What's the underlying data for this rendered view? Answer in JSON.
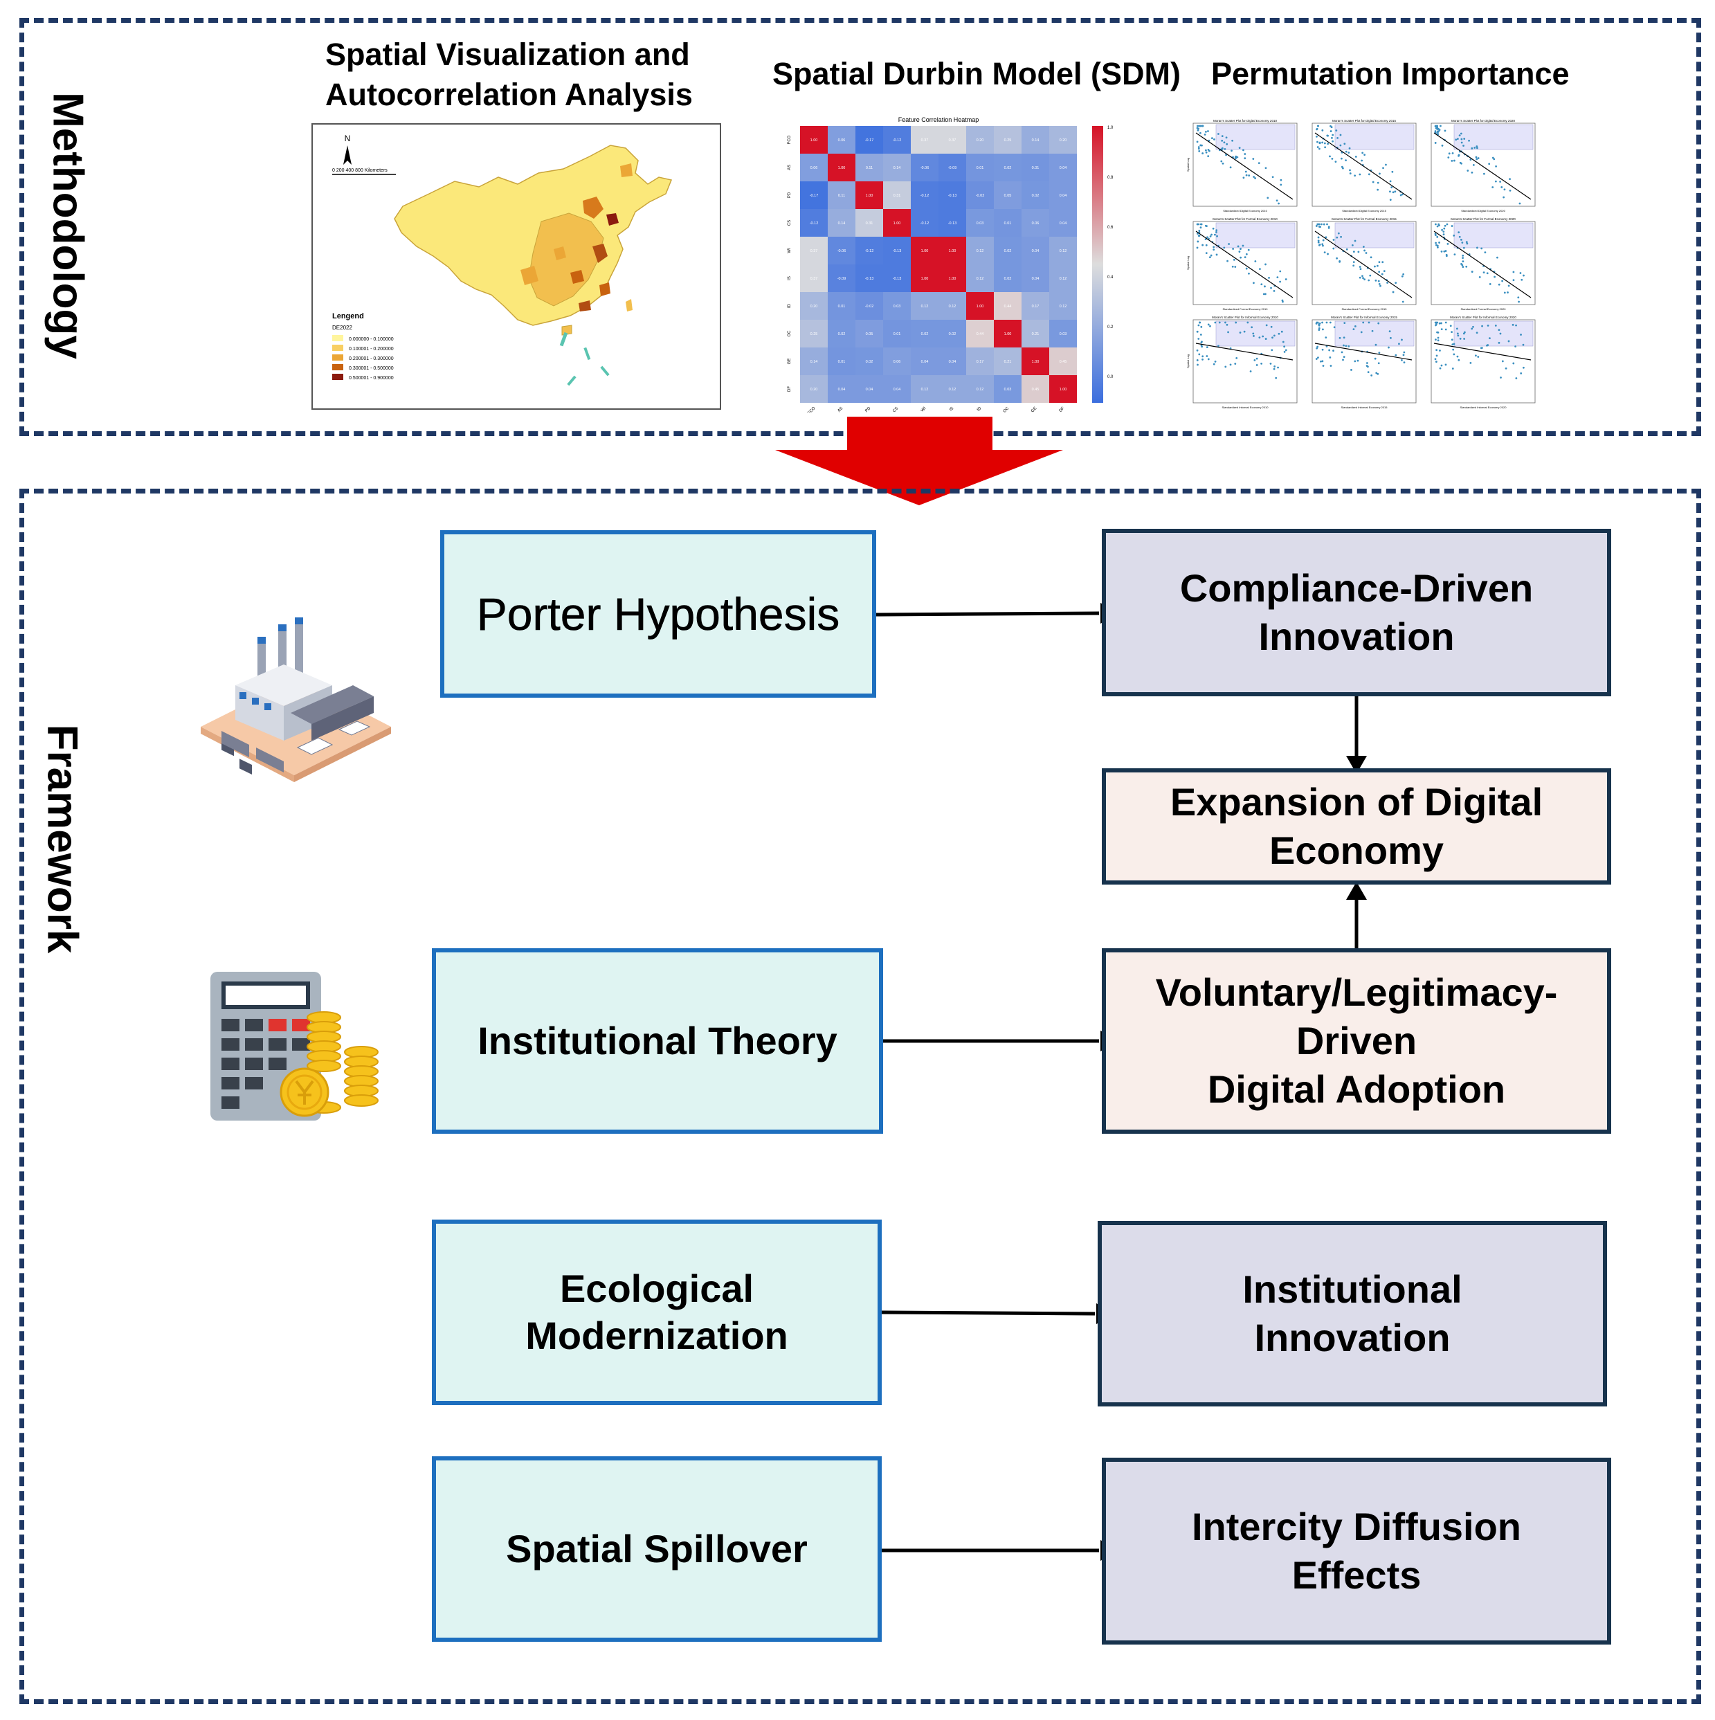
{
  "methodology": {
    "side_label": "Methodology",
    "heading_spatial_line1": "Spatial Visualization and",
    "heading_spatial_line2": "Autocorrelation Analysis",
    "heading_sdm": "Spatial Durbin Model (SDM)",
    "heading_perm": "Permutation Importance",
    "map": {
      "north": "N",
      "scale": "0   200 400        800 Kilometers",
      "legend_title": "Lengend",
      "legend_sub": "DE2022",
      "legend_items": [
        {
          "label": "0.000000 - 0.100000",
          "color": "#fff59d"
        },
        {
          "label": "0.100001 - 0.200000",
          "color": "#f8cf63"
        },
        {
          "label": "0.200001 - 0.300000",
          "color": "#eba636"
        },
        {
          "label": "0.300001 - 0.500000",
          "color": "#c8620f"
        },
        {
          "label": "0.500001 - 0.900000",
          "color": "#8b1a0e"
        }
      ]
    },
    "heatmap": {
      "title": "Feature Correlation Heatmap",
      "labels": [
        "FCO",
        "AS",
        "PD",
        "CS",
        "WI",
        "IS",
        "ID",
        "OC",
        "GE",
        "DF"
      ],
      "colorbar_ticks": [
        "1.0",
        "0.8",
        "0.6",
        "0.4",
        "0.2",
        "0.0"
      ],
      "values": [
        [
          1.0,
          0.06,
          -0.17,
          -0.12,
          0.37,
          0.37,
          0.2,
          0.25,
          0.14,
          0.2
        ],
        [
          0.06,
          1.0,
          0.11,
          0.14,
          -0.06,
          -0.09,
          0.01,
          0.02,
          0.01,
          0.04
        ],
        [
          -0.17,
          0.11,
          1.0,
          0.31,
          -0.12,
          -0.13,
          -0.02,
          0.05,
          0.02,
          0.04
        ],
        [
          -0.12,
          0.14,
          0.31,
          1.0,
          -0.12,
          -0.13,
          0.03,
          0.01,
          0.06,
          0.04
        ],
        [
          0.37,
          -0.06,
          -0.12,
          -0.13,
          1.0,
          1.0,
          0.12,
          0.02,
          0.04,
          0.12
        ],
        [
          0.37,
          -0.09,
          -0.13,
          -0.13,
          1.0,
          1.0,
          0.12,
          0.02,
          0.04,
          0.12
        ],
        [
          0.2,
          0.01,
          -0.02,
          0.03,
          0.12,
          0.12,
          1.0,
          0.44,
          0.17,
          0.12
        ],
        [
          0.25,
          0.02,
          0.05,
          0.01,
          0.02,
          0.02,
          0.44,
          1.0,
          0.21,
          0.03
        ],
        [
          0.14,
          0.01,
          0.02,
          0.06,
          0.04,
          0.04,
          0.17,
          0.21,
          1.0,
          0.45
        ],
        [
          0.2,
          0.04,
          0.04,
          0.04,
          0.12,
          0.12,
          0.12,
          0.03,
          0.45,
          1.0
        ]
      ]
    },
    "scatter": {
      "titles": [
        "Moran's Scatter Plot for Digital Economy 2010",
        "Moran's Scatter Plot for Digital Economy 2015",
        "Moran's Scatter Plot for Digital Economy 2020",
        "Moran's Scatter Plot for Formal Economy 2010",
        "Moran's Scatter Plot for Formal Economy 2015",
        "Moran's Scatter Plot for Formal Economy 2020",
        "Moran's Scatter Plot for Informal Economy 2010",
        "Moran's Scatter Plot for Informal Economy 2015",
        "Moran's Scatter Plot for Informal Economy 2020"
      ],
      "xlabels": [
        "Standardized Digital Economy 2010",
        "Standardized Digital Economy 2015",
        "Standardized Digital Economy 2020",
        "Standardized Formal Economy 2010",
        "Standardized Formal Economy 2015",
        "Standardized Formal Economy 2020",
        "Standardized Informal Economy 2010",
        "Standardized Informal Economy 2015",
        "Standardized Informal Economy 2020"
      ],
      "ylabel": "Spatial Lag"
    }
  },
  "framework": {
    "side_label": "Framework",
    "theories": [
      {
        "text": "Porter Hypothesis"
      },
      {
        "text": "Institutional Theory"
      },
      {
        "text": "Ecological\nModernization"
      },
      {
        "text": "Spatial Spillover"
      }
    ],
    "outcomes": [
      {
        "text": "Compliance-Driven\nInnovation"
      },
      {
        "text": "Expansion of Digital\nEconomy"
      },
      {
        "text": "Voluntary/Legitimacy-\nDriven\nDigital Adoption"
      },
      {
        "text": "Institutional\nInnovation"
      },
      {
        "text": "Intercity Diffusion\nEffects"
      }
    ]
  },
  "colors": {
    "panel_border": "#1f3864",
    "arrow_red": "#e00000",
    "theory_fill": "#dff4f2",
    "theory_border": "#1d6fbf",
    "outcome_blue_fill": "#dcdcea",
    "outcome_pink_fill": "#f9eeea",
    "outcome_border": "#17334d",
    "scatter_point": "#3a8fc0",
    "scatter_quadrant": "#e4e4fa"
  },
  "icons": [
    "factory-icon",
    "calculator-coins-icon",
    "down-arrow-icon"
  ]
}
